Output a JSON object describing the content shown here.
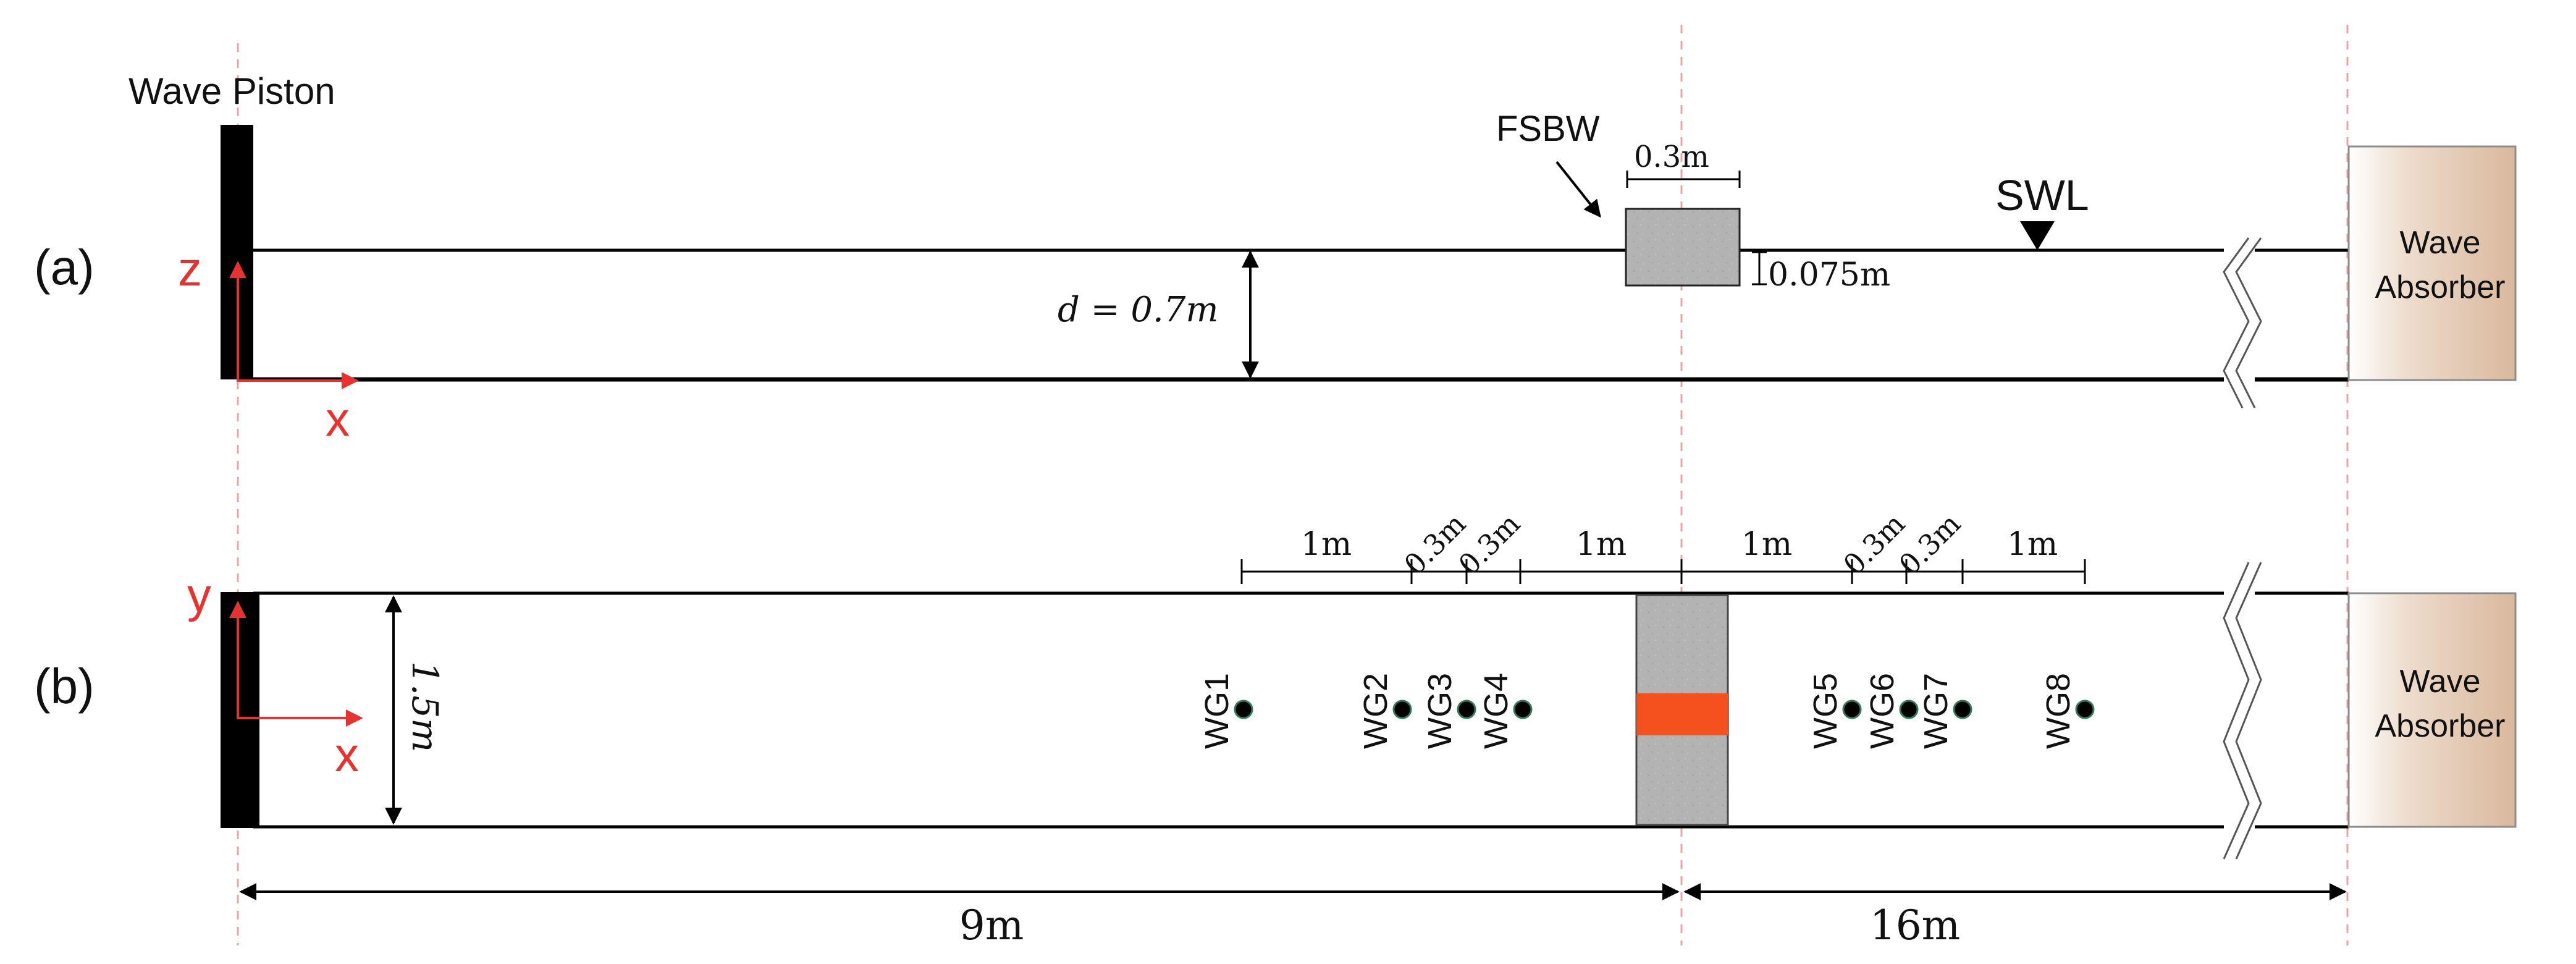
{
  "panel_a": {
    "label": "(a)",
    "piston_label": "Wave Piston",
    "axis_vertical": "z",
    "axis_horizontal": "x",
    "depth_label": "d = 0.7m",
    "breakwater_label": "FSBW",
    "breakwater_width": "0.3m",
    "breakwater_draft": "0.075m",
    "swl_label": "SWL",
    "absorber_line1": "Wave",
    "absorber_line2": "Absorber"
  },
  "panel_b": {
    "label": "(b)",
    "axis_vertical": "y",
    "axis_horizontal": "x",
    "width_label": "1.5m",
    "absorber_line1": "Wave",
    "absorber_line2": "Absorber",
    "gauges": [
      "WG1",
      "WG2",
      "WG3",
      "WG4",
      "WG5",
      "WG6",
      "WG7",
      "WG8"
    ],
    "spacings": [
      "1m",
      "0.3m",
      "0.3m",
      "1m",
      "1m",
      "0.3m",
      "0.3m",
      "1m"
    ]
  },
  "bottom": {
    "dist_left": "9m",
    "dist_right": "16m"
  },
  "colors": {
    "axis": "#e8322f",
    "breakwater": "#b3b3b3",
    "mooring_band": "#f4511e",
    "absorber": "#d9b89c",
    "gauge_fill": "#000000",
    "gauge_ring": "#2e7d5b"
  }
}
